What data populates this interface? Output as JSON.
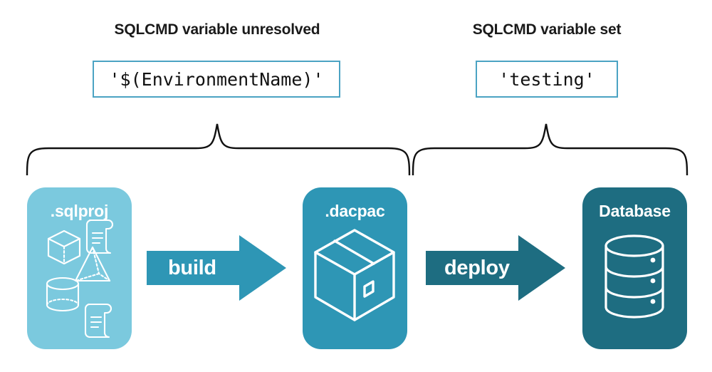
{
  "diagram": {
    "title_left": "SQLCMD variable unresolved",
    "title_right": "SQLCMD variable set",
    "code_left": "'$(EnvironmentName)'",
    "code_right": "'testing'",
    "stages": [
      {
        "label": ".sqlproj",
        "icon": "shapes-and-scripts-icon",
        "color": "#7BC9DE"
      },
      {
        "label": ".dacpac",
        "icon": "package-box-icon",
        "color": "#2E96B5"
      },
      {
        "label": "Database",
        "icon": "database-cylinder-icon",
        "color": "#1E6D81"
      }
    ],
    "arrows": [
      {
        "label": "build",
        "color": "#2E96B5"
      },
      {
        "label": "deploy",
        "color": "#1E6D81"
      }
    ],
    "colors": {
      "accent_border": "#4BA3C3",
      "light_blue": "#7BC9DE",
      "mid_teal": "#2E96B5",
      "dark_teal": "#1E6D81",
      "text": "#1a1a1a",
      "background": "#ffffff"
    }
  }
}
